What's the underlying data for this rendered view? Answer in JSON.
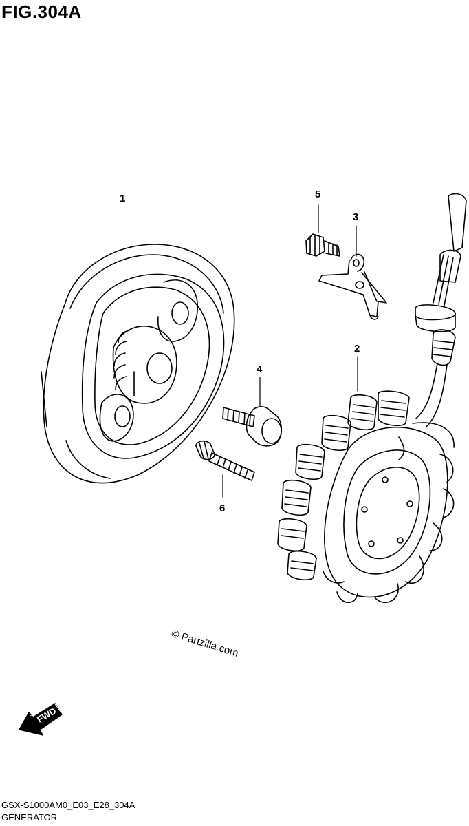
{
  "figure": {
    "title": "FIG.304A"
  },
  "callouts": {
    "part_1": "1",
    "part_2": "2",
    "part_3": "3",
    "part_4": "4",
    "part_5": "5",
    "part_6": "6"
  },
  "watermark": "© Partzilla.com",
  "direction_arrow": {
    "label": "FWD"
  },
  "footer": {
    "code": "GSX-S1000AM0_E03_E28_304A",
    "name": "GENERATOR"
  }
}
